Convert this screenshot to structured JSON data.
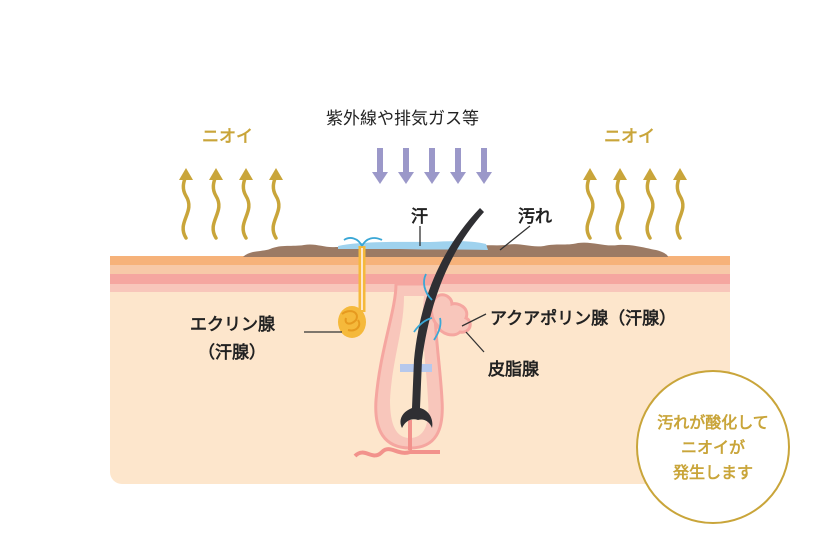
{
  "labels": {
    "uv": "紫外線や排気ガス等",
    "odor_left": "ニオイ",
    "odor_right": "ニオイ",
    "sweat": "汗",
    "dirt": "汚れ",
    "eccrine_line1": "エクリン腺",
    "eccrine_line2": "（汗腺）",
    "apocrine": "アクアポリン腺（汗腺）",
    "sebaceous": "皮脂腺"
  },
  "callout": {
    "line1": "汚れが酸化して",
    "line2": "ニオイが",
    "line3": "発生します"
  },
  "colors": {
    "odor_gold": "#c9a53a",
    "uv_arrow": "#9b98c9",
    "skin_base": "#fde6cc",
    "dirt": "#9c7a64",
    "sweat_blue": "#9fd2ee",
    "hair": "#2f2f33"
  }
}
